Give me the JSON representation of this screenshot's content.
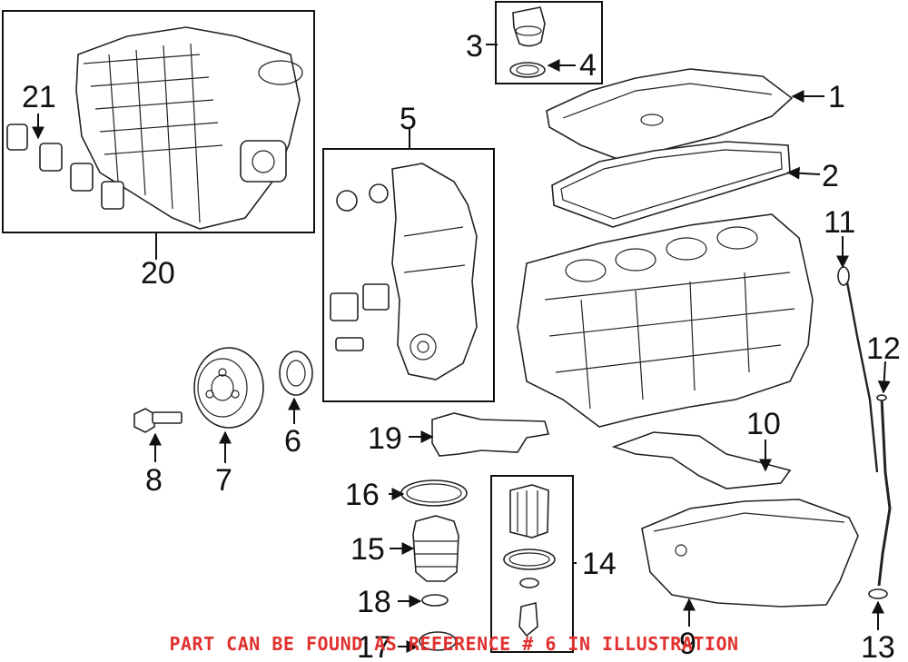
{
  "callouts": [
    "1",
    "2",
    "3",
    "4",
    "5",
    "6",
    "7",
    "8",
    "9",
    "10",
    "11",
    "12",
    "13",
    "14",
    "15",
    "16",
    "17",
    "18",
    "19",
    "20",
    "21"
  ],
  "notice": "PART CAN BE FOUND AS REFERENCE # 6 IN ILLUSTRATION",
  "colors": {
    "line": "#222222",
    "notice": "#e0312f",
    "background": "#ffffff"
  }
}
